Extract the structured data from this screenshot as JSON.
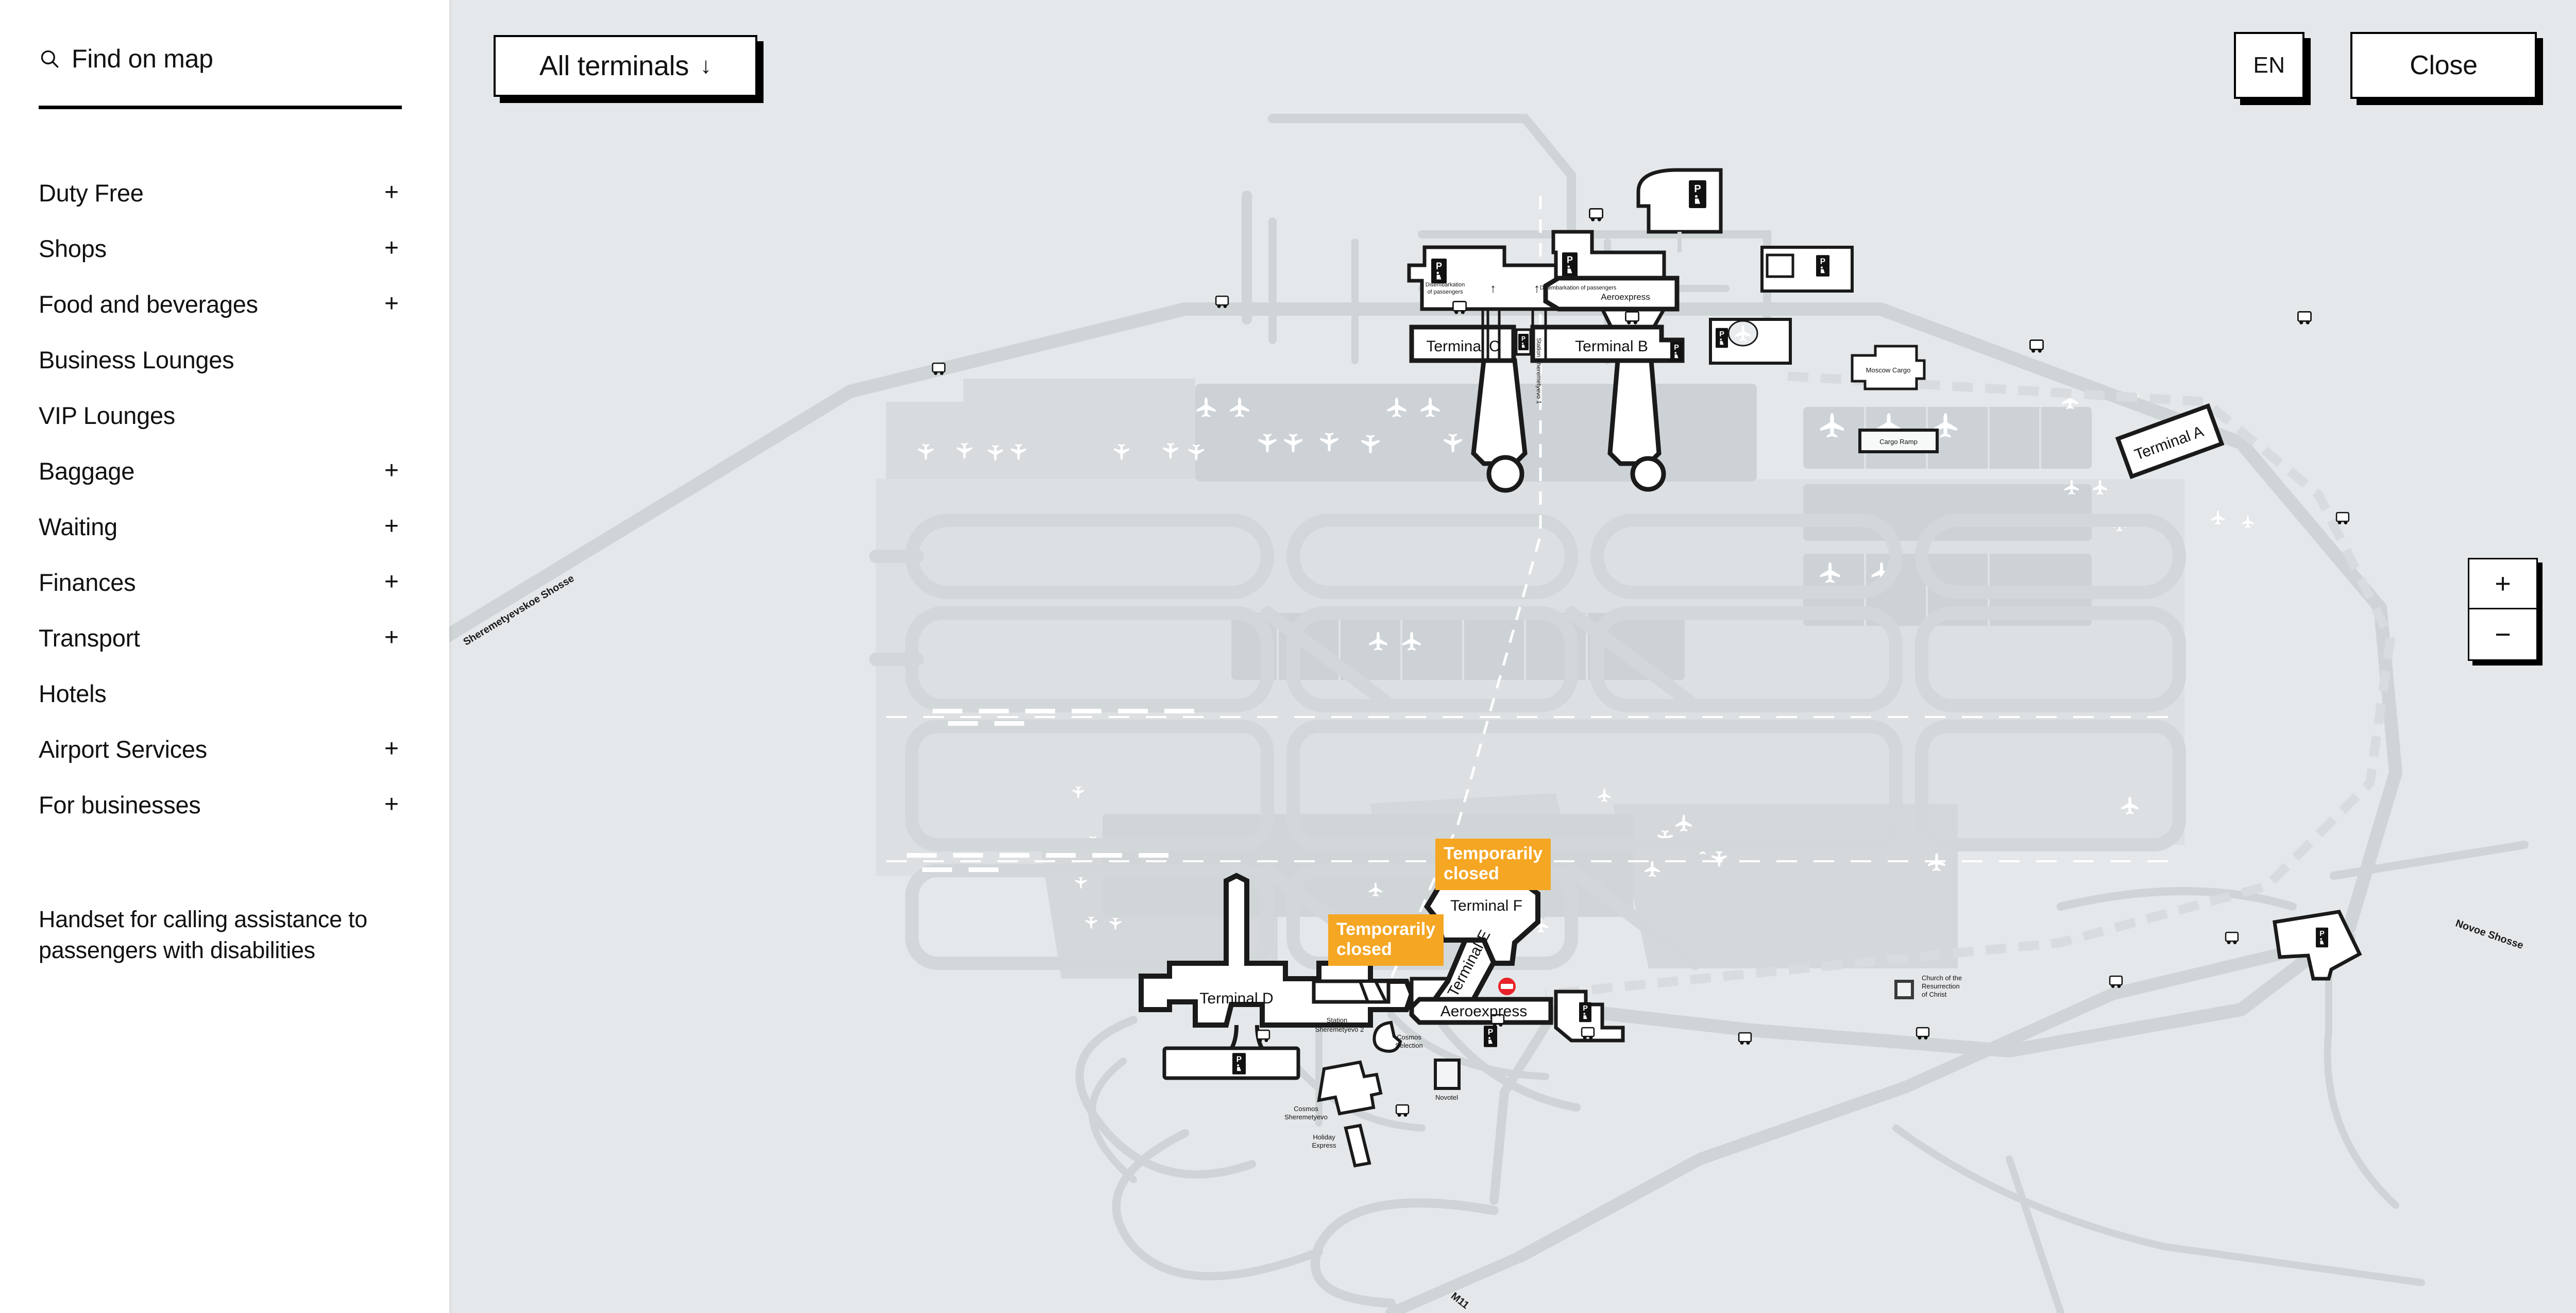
{
  "search": {
    "placeholder": "Find on map",
    "value": "",
    "icon": "search-icon"
  },
  "sidebar": {
    "items": [
      {
        "label": "Duty Free",
        "expandable": true
      },
      {
        "label": "Shops",
        "expandable": true
      },
      {
        "label": "Food and beverages",
        "expandable": true
      },
      {
        "label": "Business Lounges",
        "expandable": false
      },
      {
        "label": "VIP Lounges",
        "expandable": false
      },
      {
        "label": "Baggage",
        "expandable": true
      },
      {
        "label": "Waiting",
        "expandable": true
      },
      {
        "label": "Finances",
        "expandable": true
      },
      {
        "label": "Transport",
        "expandable": true
      },
      {
        "label": "Hotels",
        "expandable": false
      },
      {
        "label": "Airport Services",
        "expandable": true
      },
      {
        "label": "For businesses",
        "expandable": true
      }
    ],
    "expand_symbol": "+",
    "note": "Handset for calling assistance to passengers with disabilities"
  },
  "toolbar": {
    "terminals_filter_label": "All terminals",
    "terminals_filter_arrow": "↓",
    "language_label": "EN",
    "close_label": "Close"
  },
  "zoom_control": {
    "zoom_in": "+",
    "zoom_out": "−"
  },
  "map": {
    "colors": {
      "background": "#e5e8ea",
      "apron": "#d5d9dc",
      "taxiway": "#dde1e3",
      "road": "#cfd4d7",
      "building_fill": "#ffffff",
      "building_stroke": "#1a1a1a",
      "closed_badge": "#f5a623",
      "no_entry": "#e8222a"
    },
    "terminals": [
      {
        "name": "Terminal A",
        "rotated": true
      },
      {
        "name": "Terminal B",
        "rotated": false
      },
      {
        "name": "Terminal C",
        "rotated": false
      },
      {
        "name": "Terminal D",
        "rotated": false
      },
      {
        "name": "Terminal E",
        "rotated": true
      },
      {
        "name": "Terminal F",
        "rotated": false
      }
    ],
    "status_badges": [
      {
        "text": "Temporarily\nclosed",
        "target": "Terminal F"
      },
      {
        "text": "Temporarily\nclosed",
        "target": "Terminal E"
      }
    ],
    "transport_labels": [
      {
        "text": "Aeroexpress",
        "area": "north"
      },
      {
        "text": "Aeroexpress",
        "area": "south"
      },
      {
        "text": "Station Sheremetyevo 1"
      },
      {
        "text": "Station Sheremetyevo 2"
      }
    ],
    "direction_labels": [
      {
        "text": "Disembarkation of passengers",
        "arrow": "↑",
        "terminal": "Terminal C"
      },
      {
        "text": "Disembarkation of passengers",
        "arrow": "↑",
        "terminal": "Terminal B"
      }
    ],
    "poi_labels": [
      "Moscow Cargo",
      "Cargo Ramp",
      "Cosmos Selection",
      "Cosmos Sheremetyevo",
      "Holiday Express",
      "Novotel",
      "Church of the Resurrection of Christ"
    ],
    "road_labels": [
      "Sheremetyevskoe Shosse",
      "Novoe Shosse",
      "M11"
    ],
    "icons": {
      "parking": "P",
      "bus_stop": "bus-stop-icon",
      "aircraft": "aircraft-icon",
      "no_entry": "no-entry-icon",
      "helipad": "helipad-icon"
    }
  }
}
